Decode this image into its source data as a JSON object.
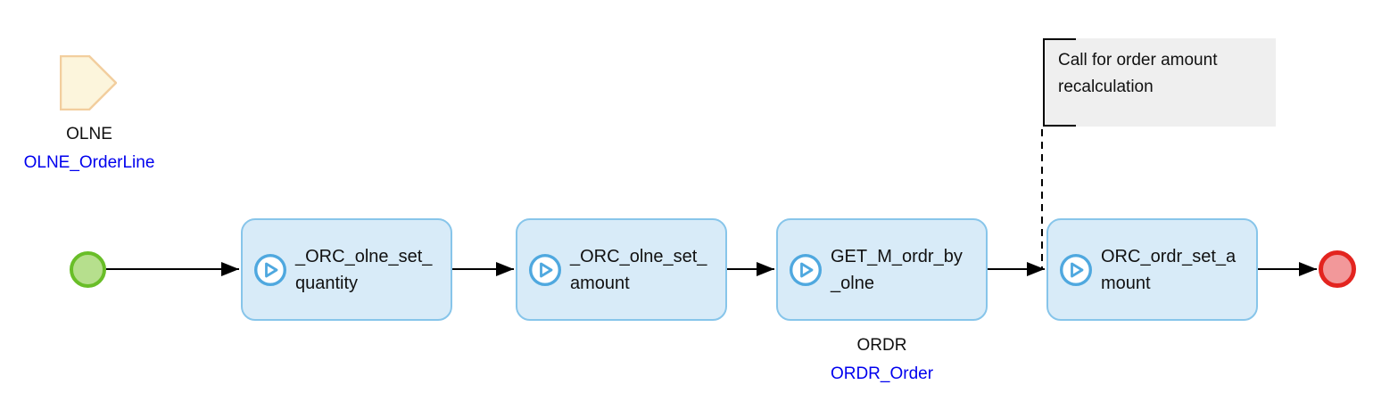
{
  "colors": {
    "task-fill": "#d8ebf8",
    "task-border": "#87c5ea",
    "task-icon": "#4fa8df",
    "start-border": "#69be28",
    "start-fill": "#b6df8d",
    "end-border": "#e3241f",
    "end-fill": "#f2989a",
    "annotation-bg": "#efefef",
    "annotation-text": "#111111",
    "label-text": "#111111",
    "entity-link": "#0000ee",
    "data-object-fill": "#fcf5dc",
    "data-object-border": "#f2ce9e",
    "connector": "#000000"
  },
  "icons": {
    "task_marker": "play-circle-icon",
    "data_object_shape": "pentagon-tag-icon"
  },
  "data_object": {
    "code": "OLNE",
    "entity": "OLNE_OrderLine"
  },
  "tasks": [
    {
      "label": "_ORC_olne_set_quantity"
    },
    {
      "label": "_ORC_olne_set_amount"
    },
    {
      "label": "GET_M_ordr_by_olne",
      "entity_code": "ORDR",
      "entity_name": "ORDR_Order"
    },
    {
      "label": "ORC_ordr_set_amount"
    }
  ],
  "annotation": {
    "text": "Call for order amount recalculation"
  }
}
